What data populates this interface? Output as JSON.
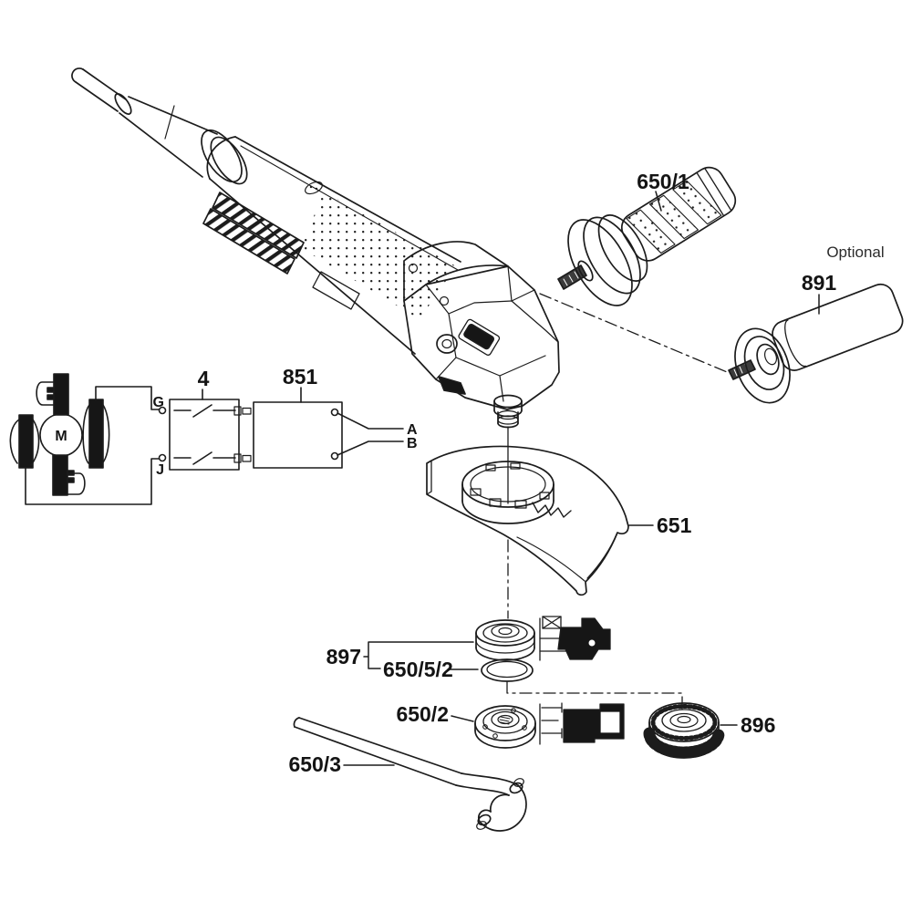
{
  "diagram": {
    "background": "#ffffff",
    "line_color": "#1c1c1c",
    "labels": {
      "side_handle": "650/1",
      "optional_note": "Optional",
      "optional_handle": "891",
      "switch_unit": "4",
      "electronic_module": "851",
      "terminal_g": "G",
      "terminal_j": "J",
      "lead_a": "A",
      "lead_b": "B",
      "motor": "M",
      "wheel_guard": "651",
      "flange_set": "897",
      "o_ring": "650/5/2",
      "clamping_nut": "650/2",
      "pin_wrench": "650/3",
      "quick_clamping_nut": "896"
    }
  }
}
